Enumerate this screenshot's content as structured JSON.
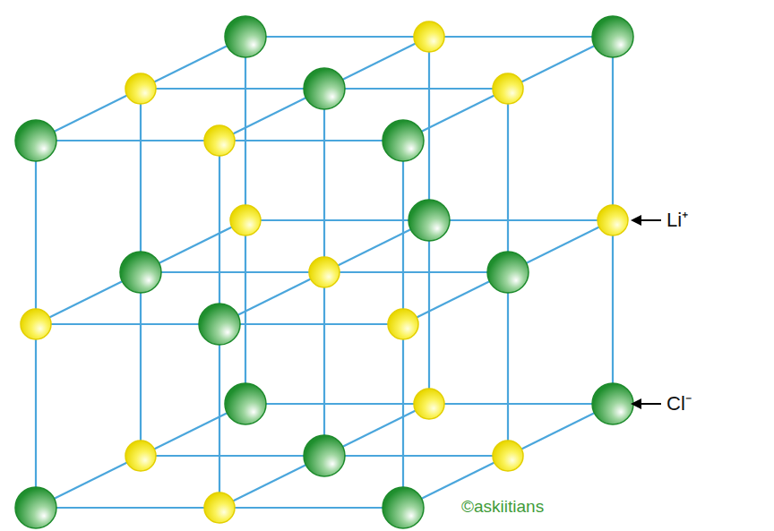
{
  "diagram": {
    "labels": [
      "Li⁺",
      "Cl⁻",
      "©askiitians"
    ]
  }
}
